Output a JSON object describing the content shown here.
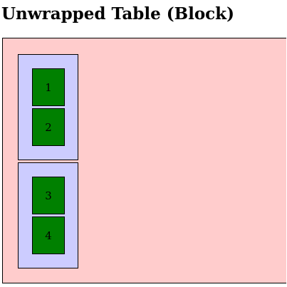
{
  "page": {
    "title": "Unwrapped Table (Block)"
  },
  "table": {
    "rows": [
      {
        "cells": [
          "1",
          "2"
        ]
      },
      {
        "cells": [
          "3",
          "4"
        ]
      }
    ]
  },
  "colors": {
    "outer_background": "#ffcccc",
    "row_background": "#ccccff",
    "cell_background": "#008000",
    "border": "#000000"
  }
}
